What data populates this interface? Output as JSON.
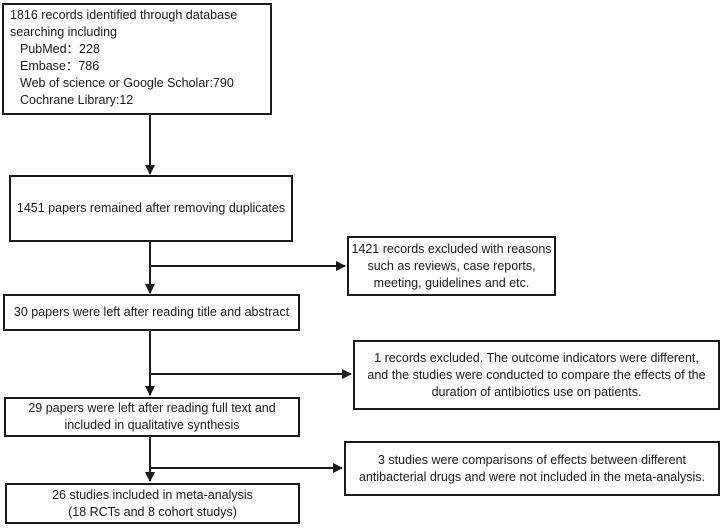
{
  "identification": {
    "line1": "1816 records identified through database",
    "line2": "searching including",
    "sources": [
      "PubMed：228",
      "Embase：786",
      "Web of science or Google Scholar:790",
      "Cochrane Library:12"
    ]
  },
  "duplicates_removed": {
    "line1": "1451 papers remained after removing duplicates"
  },
  "screening_excluded": {
    "line1": "1421 records excluded with reasons",
    "line2": "such as reviews, case reports,",
    "line3": "meeting,  guidelines and etc."
  },
  "title_abstract": {
    "line1": "30 papers were left after reading  title and abstract"
  },
  "fulltext_excluded": {
    "line1": "1 records excluded. The outcome indicators were different,",
    "line2": "and the studies were conducted to compare the effects of the",
    "line3": "duration of antibiotics use on patients."
  },
  "qualitative": {
    "line1": "29 papers were left after reading full text and",
    "line2": "included in qualitative synthesis"
  },
  "comparison_excluded": {
    "line1": "3 studies were comparisons of effects between different",
    "line2": "antibacterial drugs and were not included in the meta-analysis."
  },
  "meta_analysis": {
    "line1": "26 studies included in meta-analysis",
    "line2": "(18 RCTs and 8 cohort studys)"
  }
}
